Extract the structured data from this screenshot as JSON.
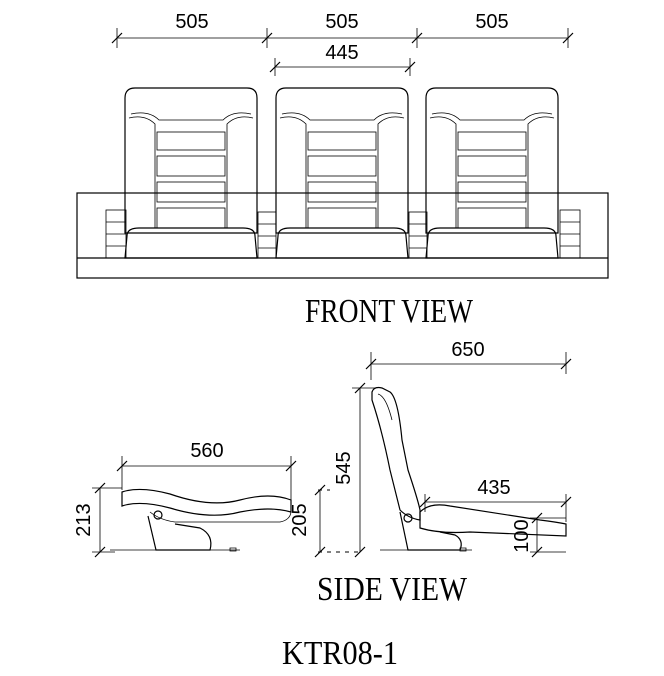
{
  "front_view": {
    "title": "FRONT VIEW",
    "dim_seat_1": "505",
    "dim_seat_2": "505",
    "dim_seat_3": "505",
    "dim_back": "445"
  },
  "side_view": {
    "title": "SIDE VIEW",
    "dim_folded_length": "560",
    "dim_folded_height": "213",
    "dim_mid_height": "205",
    "dim_total_height": "545",
    "dim_total_depth": "650",
    "dim_seat_depth": "435",
    "dim_seat_height": "100"
  },
  "model": "KTR08-1"
}
